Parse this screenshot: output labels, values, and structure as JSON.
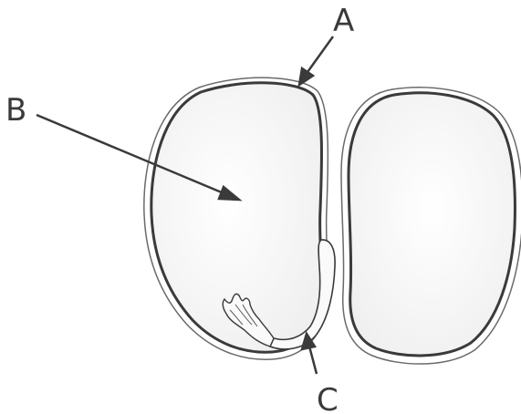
{
  "labels": {
    "a": "A",
    "b": "B",
    "c": "C"
  },
  "colors": {
    "outline": "#3a3a3a",
    "seed_fill": "#f6f6f6",
    "background": "#ffffff"
  }
}
